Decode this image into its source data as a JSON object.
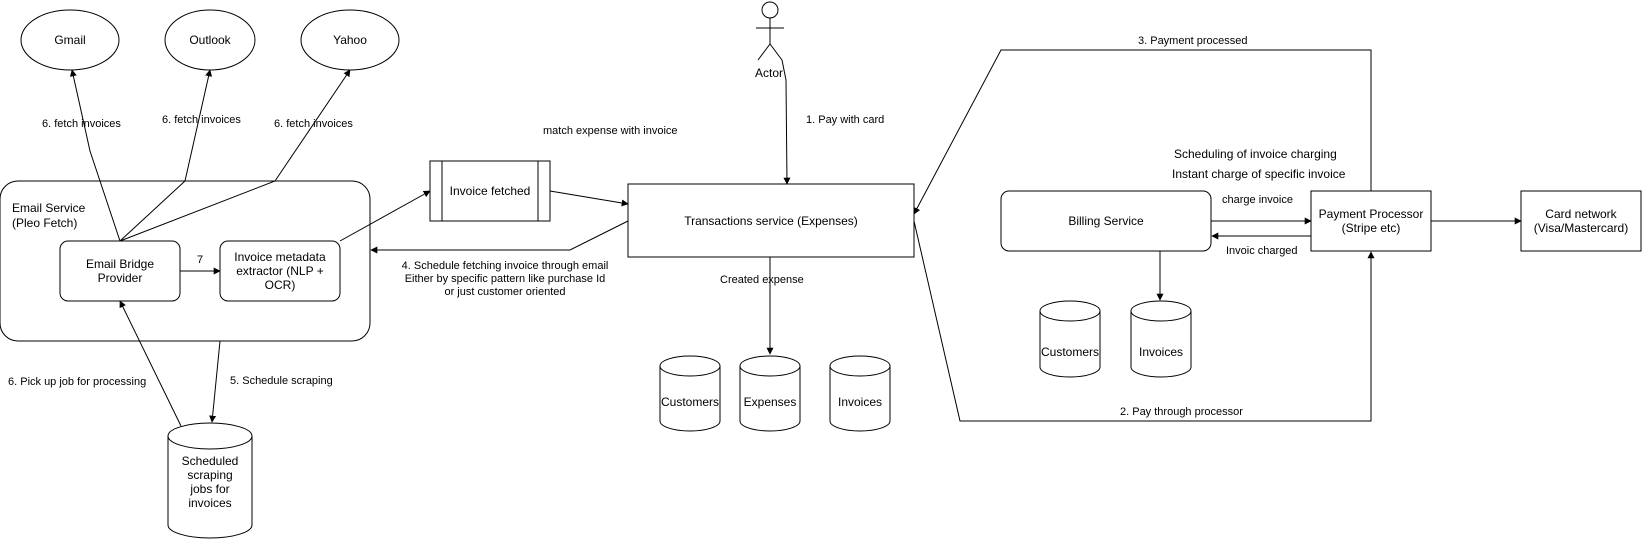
{
  "nodes": {
    "gmail": "Gmail",
    "outlook": "Outlook",
    "yahoo": "Yahoo",
    "actor": "Actor",
    "email_service": "Email Service\n(Pleo Fetch)",
    "email_bridge": "Email Bridge\nProvider",
    "invoice_extractor": "Invoice metadata\nextractor (NLP +\nOCR)",
    "invoice_fetched": "Invoice fetched",
    "transactions_service": "Transactions service (Expenses)",
    "billing_service": "Billing Service",
    "payment_processor": "Payment Processor\n(Stripe etc)",
    "card_network": "Card network\n(Visa/Mastercard)",
    "scheduled_jobs": "Scheduled\nscraping\njobs for\ninvoices",
    "db_customers_tx": "Customers",
    "db_expenses_tx": "Expenses",
    "db_invoices_tx": "Invoices",
    "db_customers_billing": "Customers",
    "db_invoices_billing": "Invoices"
  },
  "edge_labels": {
    "fetch_gmail": "6. fetch invoices",
    "fetch_outlook": "6. fetch invoices",
    "fetch_yahoo": "6. fetch invoices",
    "bridge_to_extractor": "7",
    "match_expense": "match expense with invoice",
    "pay_with_card": "1. Pay with card",
    "payment_processed": "3. Payment processed",
    "scheduling_charging": "Scheduling of invoice charging",
    "instant_charge": "Instant charge of specific invoice",
    "charge_invoice": "charge invoice",
    "invoice_charged": "Invoic charged",
    "schedule_fetching": "4. Schedule fetching invoice through email\nEither by specific pattern like purchase Id\nor just customer oriented",
    "created_expense": "Created expense",
    "pick_up_job": "6. Pick up job for processing",
    "schedule_scraping": "5. Schedule scraping",
    "pay_through_processor": "2. Pay through processor"
  }
}
